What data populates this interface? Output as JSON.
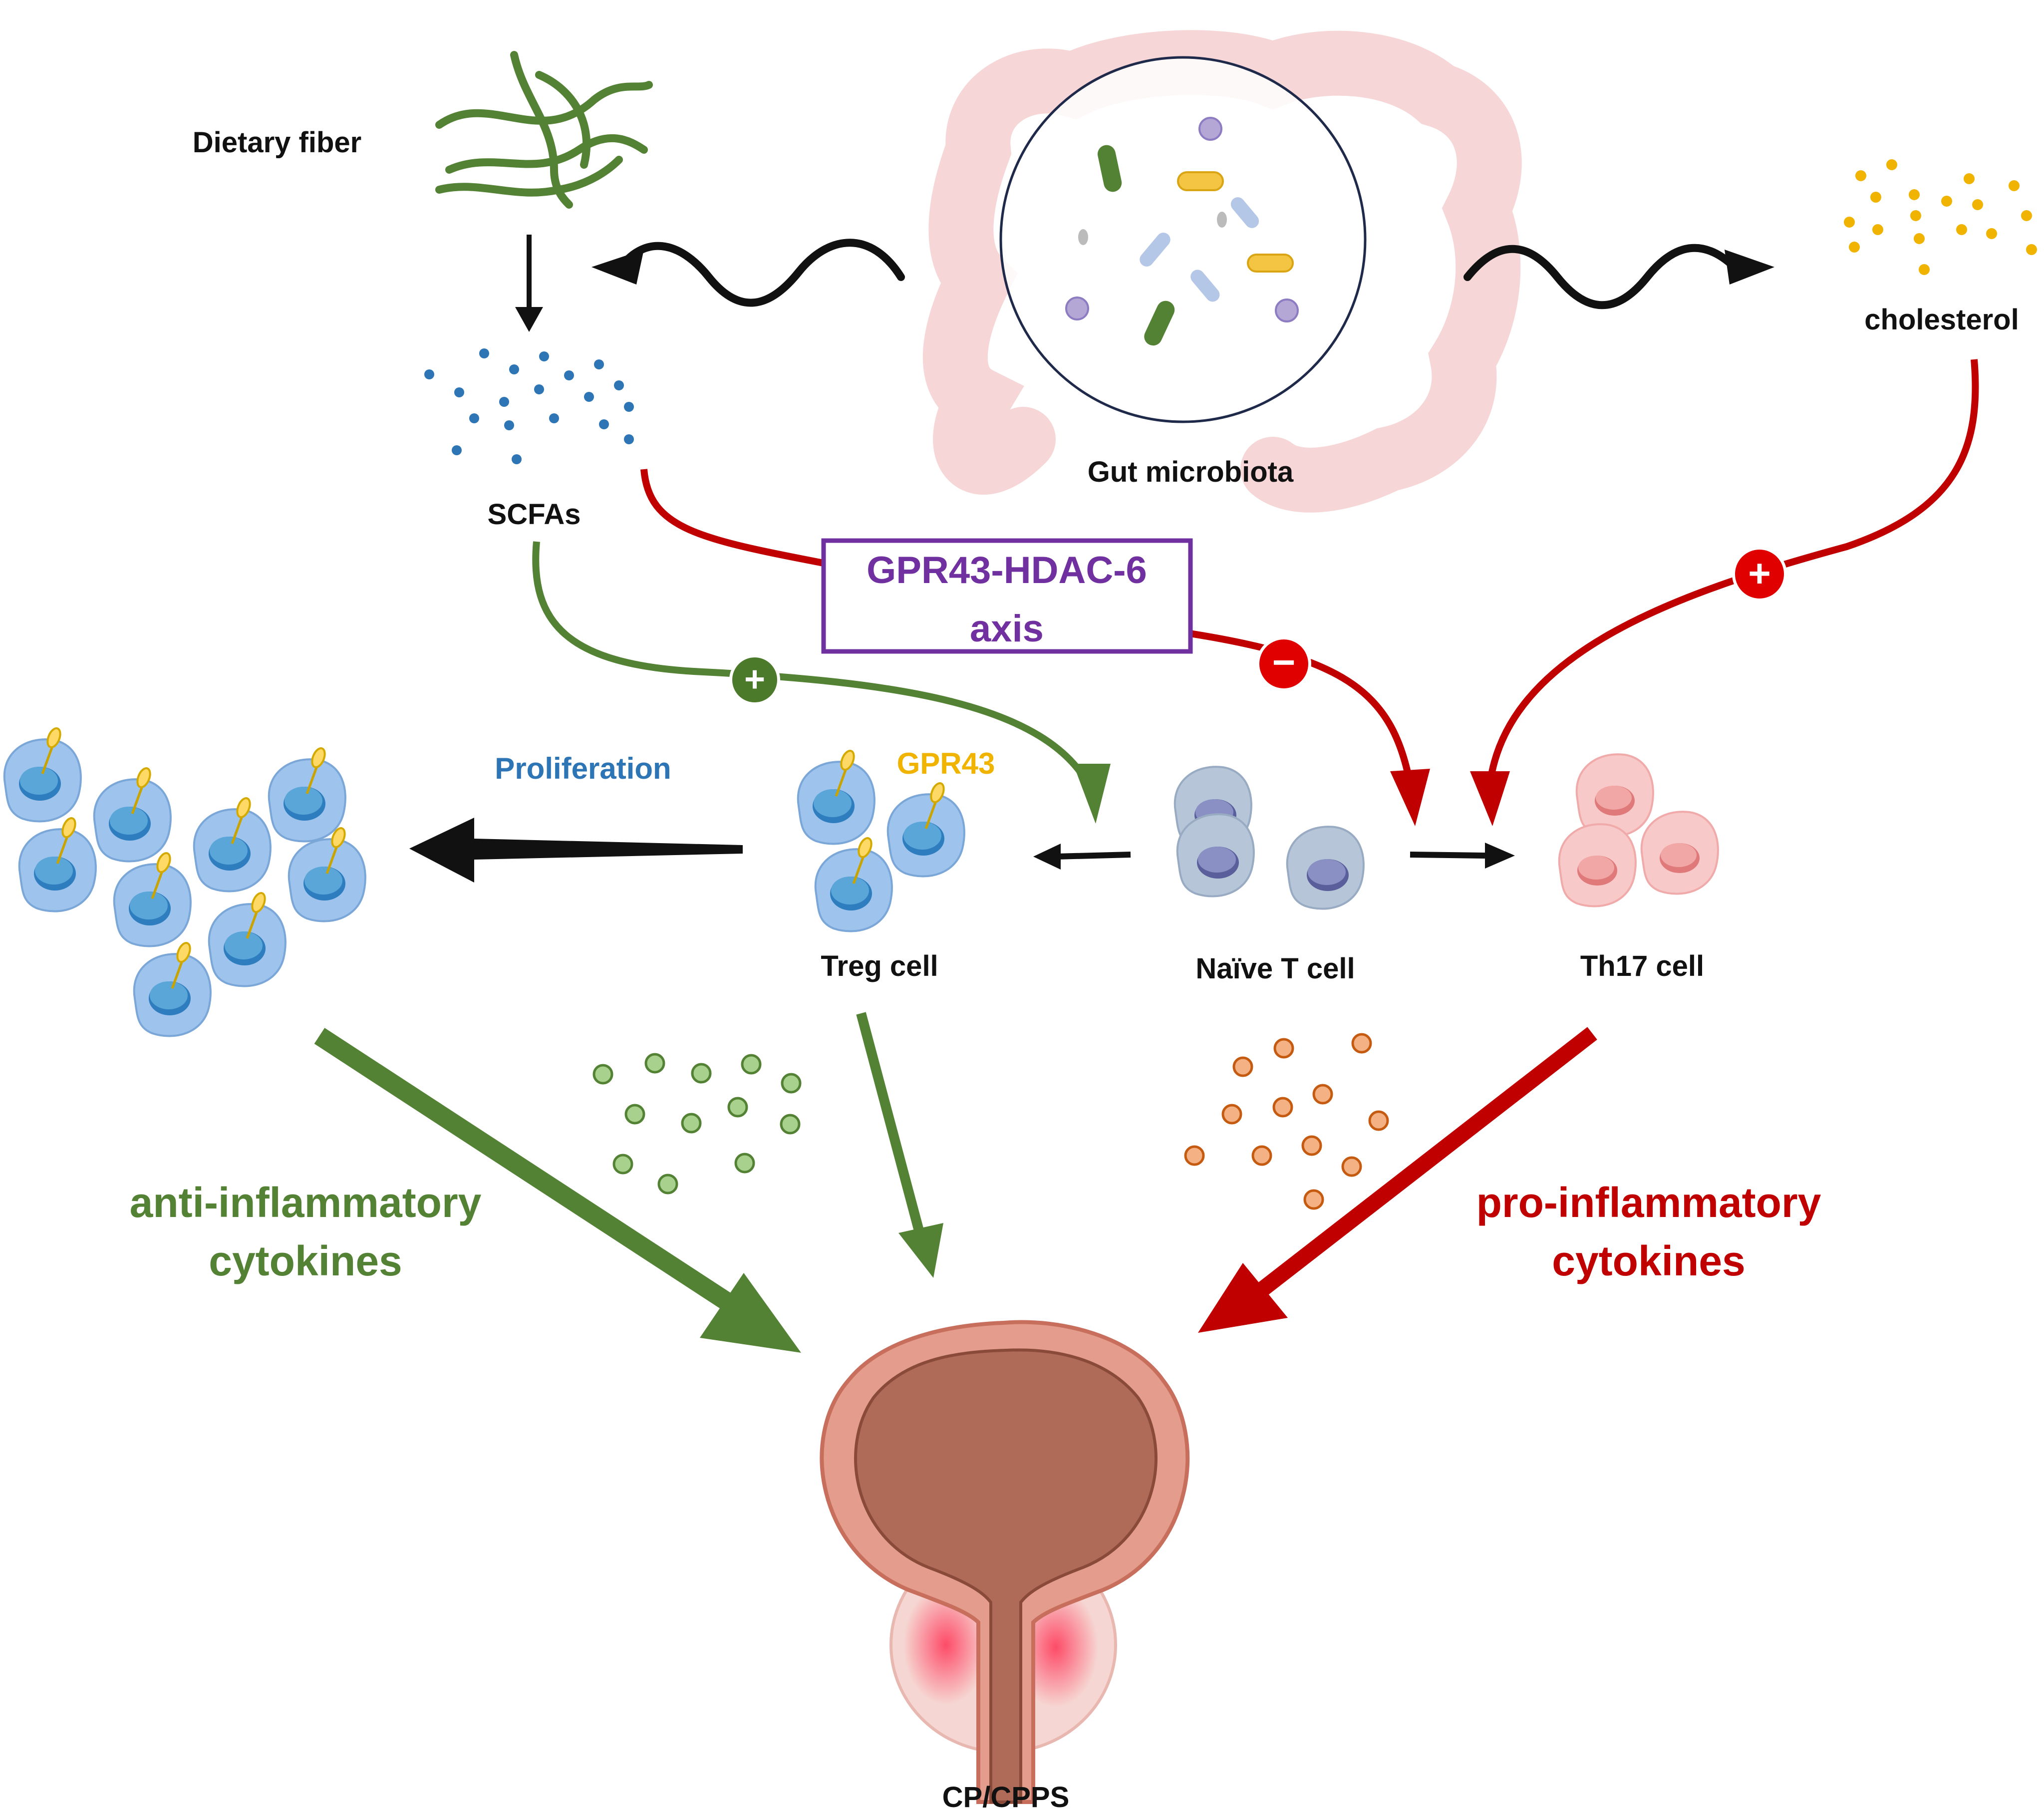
{
  "labels": {
    "dietary_fiber": "Dietary fiber",
    "gut_microbiota": "Gut microbiota",
    "cholesterol": "cholesterol",
    "scfas": "SCFAs",
    "axis_line1": "GPR43-HDAC-6",
    "axis_line2": "axis",
    "proliferation": "Proliferation",
    "gpr43": "GPR43",
    "treg_cell": "Treg cell",
    "naive_t_cell": "Naïve T cell",
    "th17_cell": "Th17 cell",
    "anti_line1": "anti-inflammatory",
    "anti_line2": "cytokines",
    "pro_line1": "pro-inflammatory",
    "pro_line2": "cytokines",
    "cp_cpps": "CP/CPPS"
  },
  "signs": {
    "plus": "+",
    "minus": "−"
  },
  "colors": {
    "green": "#548235",
    "red": "#c00000",
    "purple": "#7030a0",
    "blue_text": "#2e75b6",
    "gold": "#f0b400",
    "black": "#111111"
  }
}
